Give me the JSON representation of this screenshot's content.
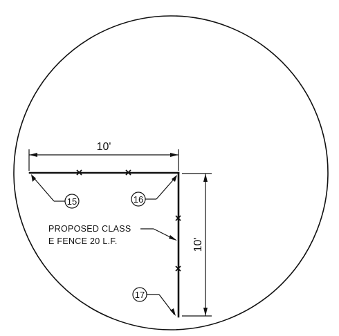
{
  "dimensions": {
    "top": "10'",
    "right": "10'"
  },
  "callouts": {
    "c15": "15",
    "c16": "16",
    "c17": "17"
  },
  "note": {
    "line1": "PROPOSED CLASS",
    "line2": "E FENCE 20 L.F."
  },
  "colors": {
    "ink": "#111111",
    "background": "#ffffff"
  },
  "icons": [
    "fence-x-marker",
    "arrowhead"
  ]
}
